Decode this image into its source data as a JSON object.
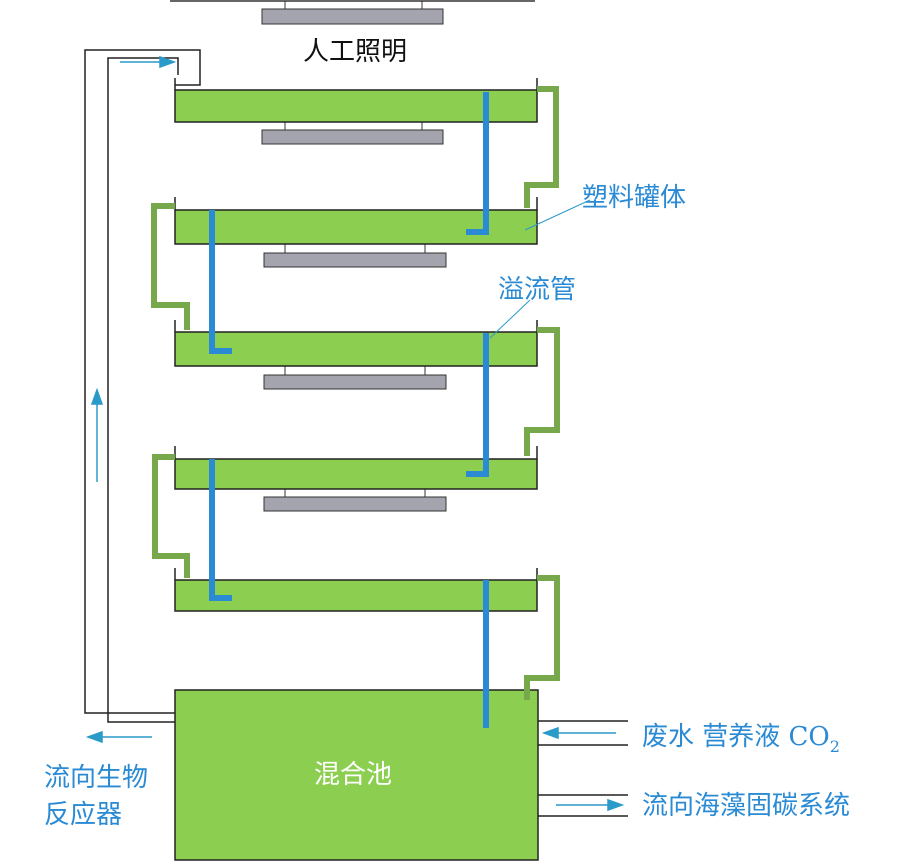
{
  "labels": {
    "lighting": "人工照明",
    "tank": "塑料罐体",
    "overflow": "溢流管",
    "mixing_pool": "混合池",
    "inputs": "废水 营养液 CO",
    "inputs_sub": "2",
    "to_reactor_line1": "流向生物",
    "to_reactor_line2": "反应器",
    "to_carbon": "流向海藻固碳系统"
  },
  "colors": {
    "tank_green": "#8ccf50",
    "overflow_blue": "#2a8ad4",
    "connector_green": "#78a84c",
    "light_gray": "#a4a4ae",
    "arrow_blue": "#2a9ac8",
    "text_blue": "#2a8ad4"
  }
}
